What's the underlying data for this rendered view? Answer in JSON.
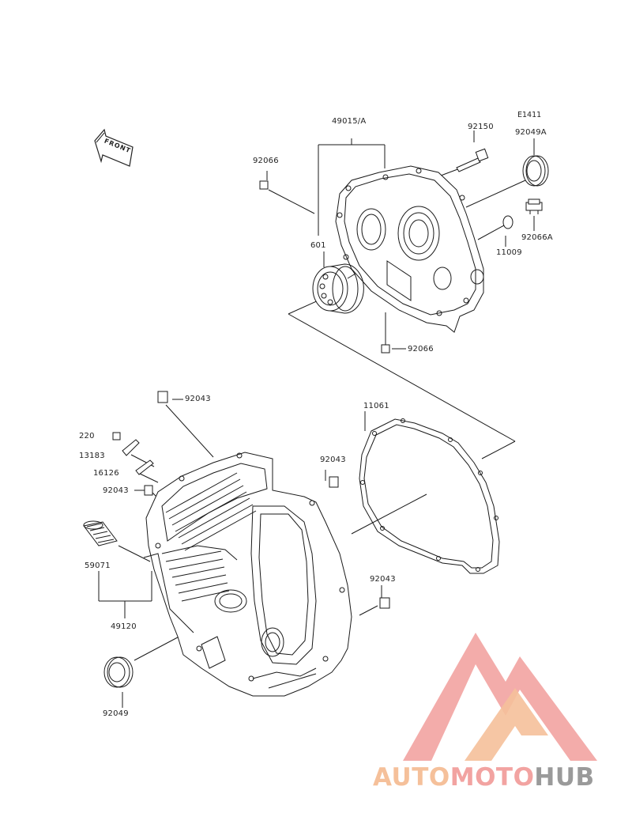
{
  "diagram": {
    "reference_code": "E1411",
    "front_marker": "FRONT",
    "labels": {
      "p49015A": "49015/A",
      "p92150": "92150",
      "p92049A": "92049A",
      "p92066_top": "92066",
      "p601": "601",
      "p92066A": "92066A",
      "p11009": "11009",
      "p92066_bottom": "92066",
      "p92043_a": "92043",
      "p11061": "11061",
      "p220": "220",
      "p13183": "13183",
      "p16126": "16126",
      "p92043_b": "92043",
      "p92043_c": "92043",
      "p59071": "59071",
      "p49120": "49120",
      "p92043_d": "92043",
      "p92049": "92049"
    }
  },
  "watermark": {
    "part1": "AUTO",
    "part2": "MOTO",
    "part3": "HUB",
    "colors": {
      "orange": "#f5c09a",
      "pink": "#f2a3a1",
      "gray": "#9a9a9a"
    }
  }
}
